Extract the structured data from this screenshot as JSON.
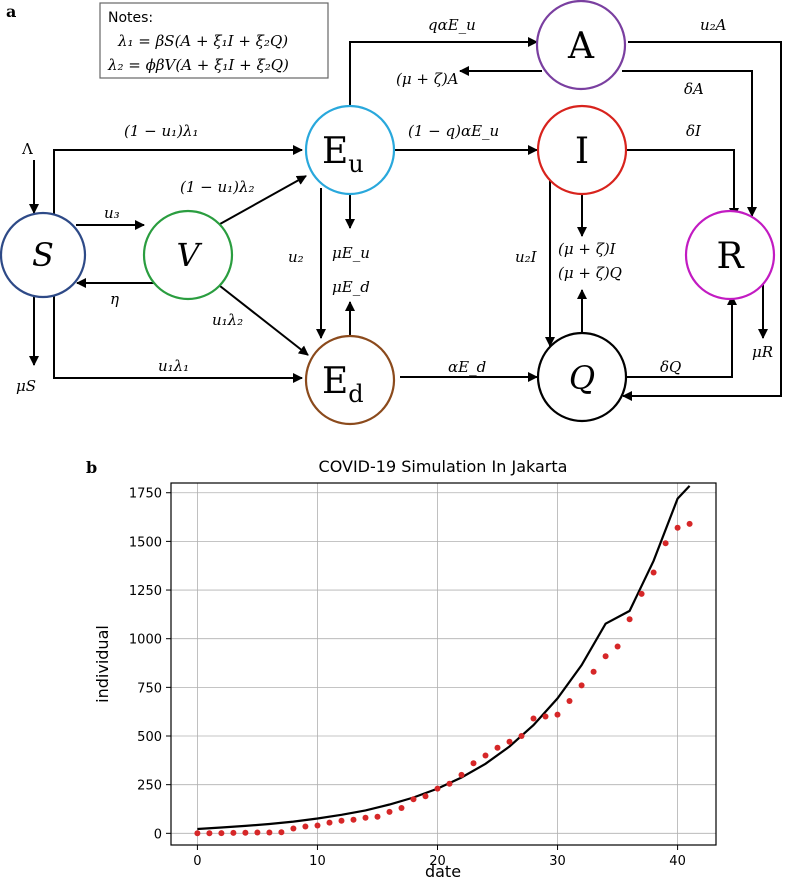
{
  "panels": {
    "a": "a",
    "b": "b"
  },
  "notes": {
    "title": "Notes:",
    "line1": "λ₁ = βS(A + ξ₁I + ξ₂Q)",
    "line2": "λ₂ = ϕβV(A + ξ₁I + ξ₂Q)"
  },
  "nodes": {
    "S": "S",
    "V": "V",
    "Eu": "Eu",
    "Ed": "Ed",
    "A": "A",
    "I": "I",
    "Q": "Q",
    "R": "R"
  },
  "colors": {
    "S": "#2e4a87",
    "V": "#2a9d3f",
    "Eu": "#29a8dc",
    "Ed": "#8b4a1c",
    "A": "#7a3fa0",
    "I": "#d8231d",
    "Q": "#000000",
    "R": "#c21bc2",
    "points": "#d62728",
    "fit": "#000000"
  },
  "edge_labels": {
    "Lambda": "Λ",
    "mu_S": "μS",
    "u3": "u₃",
    "eta": "η",
    "s_to_eu": "(1 − u₁)λ₁",
    "v_to_eu": "(1 − u₁)λ₂",
    "v_to_ed": "u₁λ₂",
    "s_to_ed": "u₁λ₁",
    "u2": "u₂",
    "mu_eu": "μE_u",
    "mu_ed": "μE_d",
    "eu_to_a": "qαE_u",
    "eu_to_i": "(1 − q)αE_u",
    "ed_to_q": "αE_d",
    "a_death": "(μ + ζ)A",
    "a_to_q": "u₂A",
    "a_to_r": "δA",
    "i_to_r": "δI",
    "i_to_q": "u₂I",
    "iq_death1": "(μ + ζ)I",
    "iq_death2": "(μ + ζ)Q",
    "q_to_r": "δQ",
    "mu_R": "μR"
  },
  "chart_data": {
    "type": "scatter",
    "title": "COVID-19 Simulation In Jakarta",
    "xlabel": "date",
    "ylabel": "individual",
    "xlim": [
      -2.2,
      43.2
    ],
    "ylim": [
      -60,
      1800
    ],
    "xticks": [
      0,
      10,
      20,
      30,
      40
    ],
    "yticks": [
      0,
      250,
      500,
      750,
      1000,
      1250,
      1500,
      1750
    ],
    "grid": true,
    "series": [
      {
        "kind": "points",
        "x": [
          0,
          1,
          2,
          3,
          4,
          5,
          6,
          7,
          8,
          9,
          10,
          11,
          12,
          13,
          14,
          15,
          16,
          17,
          18,
          19,
          20,
          21,
          22,
          23,
          24,
          25,
          26,
          27,
          28,
          29,
          30,
          31,
          32,
          33,
          34,
          35,
          36,
          37,
          38,
          39,
          40,
          41
        ],
        "y": [
          0,
          0,
          1,
          2,
          3,
          4,
          4,
          5,
          25,
          35,
          40,
          55,
          65,
          70,
          80,
          85,
          110,
          130,
          175,
          190,
          230,
          255,
          300,
          360,
          400,
          440,
          470,
          500,
          590,
          600,
          610,
          680,
          760,
          830,
          910,
          960,
          1100,
          1230,
          1340,
          1490,
          1570,
          1590
        ]
      },
      {
        "kind": "line",
        "x": [
          0,
          2,
          4,
          6,
          8,
          10,
          12,
          14,
          16,
          18,
          20,
          22,
          24,
          26,
          28,
          30,
          32,
          34,
          36,
          38,
          40,
          41
        ],
        "y": [
          22,
          30,
          38,
          48,
          60,
          76,
          95,
          118,
          148,
          184,
          230,
          287,
          357,
          446,
          556,
          693,
          864,
          1077,
          1143,
          1400,
          1720,
          1785
        ]
      }
    ]
  }
}
